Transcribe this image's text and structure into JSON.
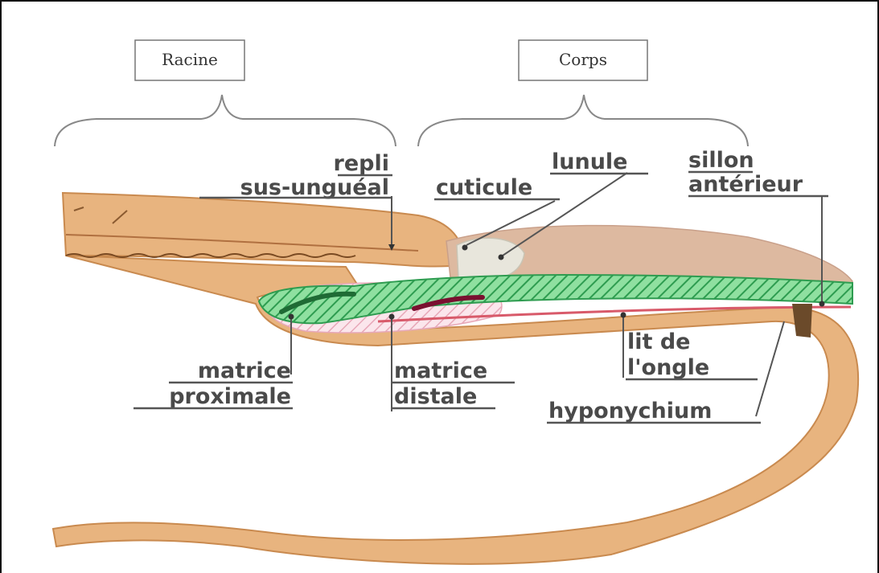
{
  "sections": {
    "root": "Racine",
    "body": "Corps"
  },
  "labels": {
    "fold": [
      "repli",
      "sus-unguéal"
    ],
    "lunula": "lunule",
    "cuticle": "cuticule",
    "furrow": [
      "sillon",
      "antérieur"
    ],
    "prox_matrix": [
      "matrice",
      "proximale"
    ],
    "dist_matrix": [
      "matrice",
      "distale"
    ],
    "nail_bed": [
      "lit de",
      "l'ongle"
    ],
    "hyponychium": "hyponychium"
  },
  "colors": {
    "skin": "#e8b47f",
    "skin_dark": "#c98a4f",
    "nail_plate": "#ddb9a0",
    "lunula": "#e8e6dc",
    "matrix_green": "#5fcf7a",
    "matrix_pink": "#f2c9d2",
    "bed_red": "#d85a6a",
    "hyponychium": "#6b4a2a"
  }
}
